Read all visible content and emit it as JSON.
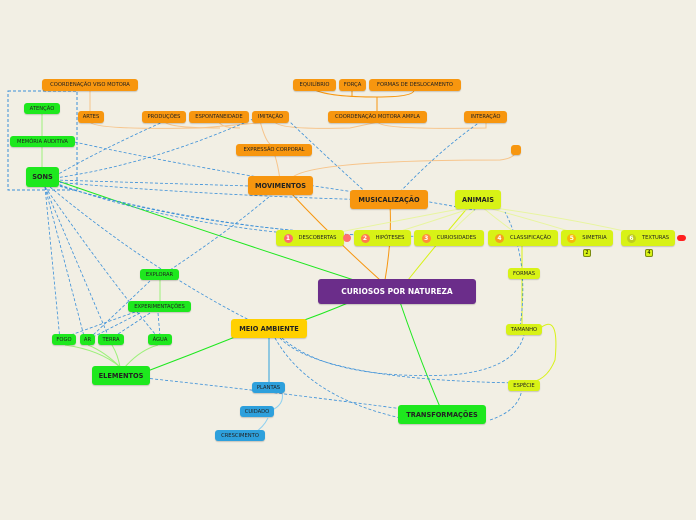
{
  "map": {
    "root": "CURIOSOS POR NATUREZA",
    "movimentos": "MOVIMENTOS",
    "musicalizacao": "MUSICALIZAÇÃO",
    "animais": "ANIMAIS",
    "meio_ambiente": "MEIO AMBIENTE",
    "elementos": "ELEMENTOS",
    "transformacoes": "TRANSFORMAÇÕES",
    "sons": "SONS",
    "coord_viso_motora": "COORDENAÇÃO VISO MOTORA",
    "atencao": "ATENÇÃO",
    "memoria_auditiva": "MEMÓRIA AUDITIVA",
    "artes": "ARTES",
    "producoes": "PRODUÇÕES",
    "espontaneidade": "ESPONTANEIDADE",
    "imitacao": "IMITAÇÃO",
    "equilibrio": "EQUILÍBRIO",
    "forca": "FORÇA",
    "formas_deslocamento": "FORMAS DE DESLOCAMENTO",
    "coord_motora_ampla": "COORDENAÇÃO MOTORA AMPLA",
    "interacao": "INTERAÇÃO",
    "expressao_corporal": "EXPRESSÃO CORPORAL",
    "explorar": "EXPLORAR",
    "experimentacoes": "EXPERIMENTAÇÕES",
    "fogo": "FOGO",
    "ar": "AR",
    "terra": "TERRA",
    "agua": "ÁGUA",
    "plantas": "PLANTAS",
    "cuidado": "CUIDADO",
    "crescimento": "CRESCIMENTO",
    "formas": "FORMAS",
    "tamanho": "TAMANHO",
    "especie": "ESPÉCIE",
    "subtopics": [
      {
        "num": "1",
        "label": "DESCOBERTAS",
        "color": "#ff6b6b"
      },
      {
        "num": "2",
        "label": "HIPÓTESES",
        "color": "#ff7a4d"
      },
      {
        "num": "3",
        "label": "CURIOSIDADES",
        "color": "#ff8c3a"
      },
      {
        "num": "4",
        "label": "CLASSIFICAÇÃO",
        "color": "#f4a020"
      },
      {
        "num": "5",
        "label": "SIMETRIA",
        "color": "#f5b80a"
      },
      {
        "num": "6",
        "label": "TEXTURAS",
        "color": "#bfcc20"
      }
    ],
    "badges": {
      "b1": "2",
      "b2": "4"
    },
    "colors": {
      "orange": "#f7960f",
      "green": "#1ee81e",
      "lime": "#d8f216",
      "yellow": "#ffd000",
      "blue": "#2ea0dc",
      "purple": "#6b2d8a",
      "background": "#f2efe4"
    }
  }
}
